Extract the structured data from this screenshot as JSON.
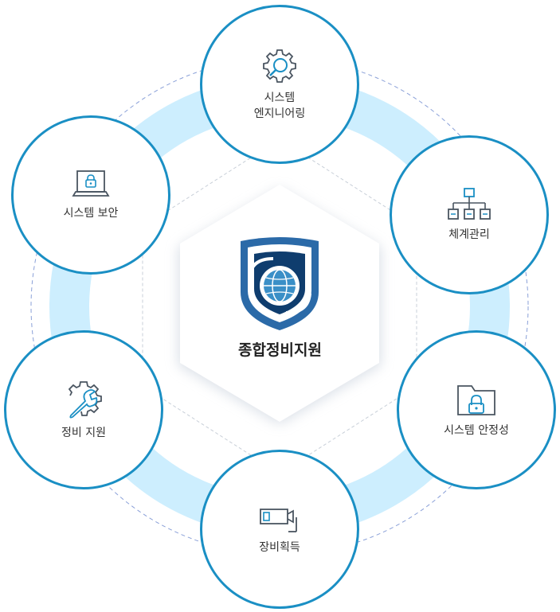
{
  "center": {
    "title": "종합정비지원",
    "logo": "shield-globe-logo"
  },
  "nodes": [
    {
      "id": "system-engineering",
      "lines": [
        "시스템",
        "엔지니어링"
      ],
      "icon": "gear-search-icon"
    },
    {
      "id": "system-management",
      "lines": [
        "체계관리"
      ],
      "icon": "org-chart-icon"
    },
    {
      "id": "system-stability",
      "lines": [
        "시스템 안정성"
      ],
      "icon": "folder-lock-icon"
    },
    {
      "id": "equipment-acquisition",
      "lines": [
        "장비획득"
      ],
      "icon": "camera-equipment-icon"
    },
    {
      "id": "maintenance-support",
      "lines": [
        "정비 지원"
      ],
      "icon": "wrench-gear-icon"
    },
    {
      "id": "system-security",
      "lines": [
        "시스템 보안"
      ],
      "icon": "laptop-lock-icon"
    }
  ],
  "colors": {
    "ring": "#cdeefe",
    "node_border": "#1a8fc4",
    "icon": "#4a5561",
    "icon_accent": "#1a8fc4",
    "dashed": "#8aa0d8",
    "logo_dark": "#0f3d6e",
    "logo_mid": "#2b6aa8"
  }
}
